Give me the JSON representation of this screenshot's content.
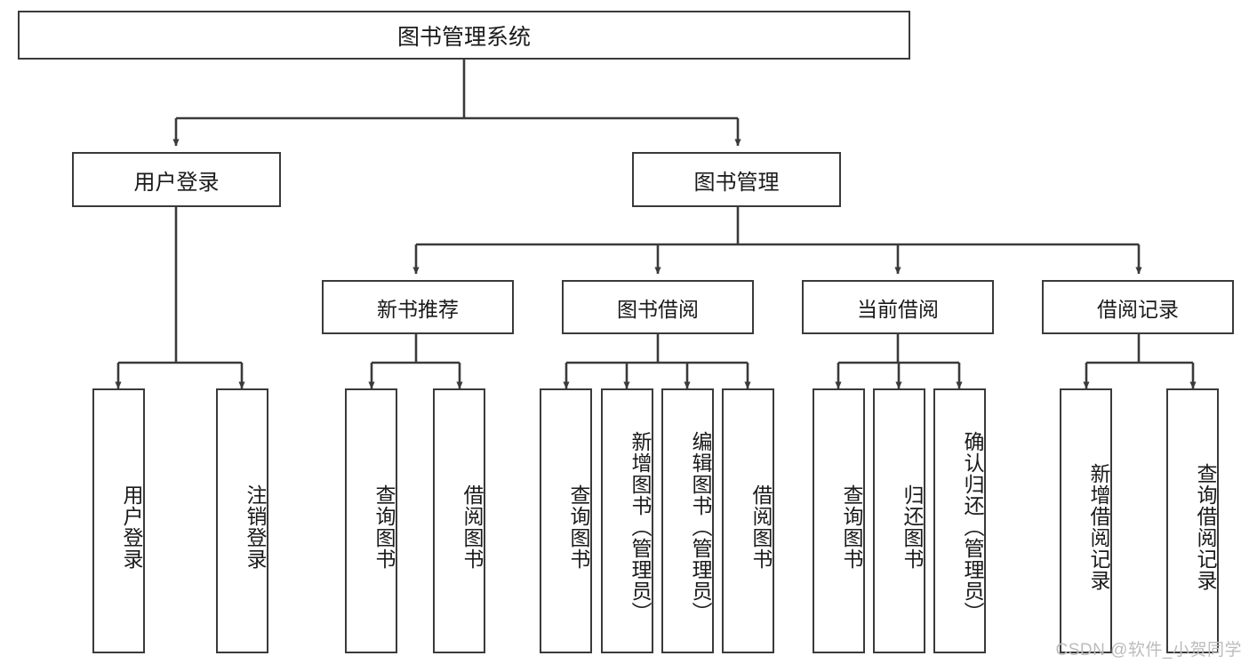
{
  "diagram": {
    "title": "图书管理系统",
    "type": "tree-hierarchy-chart",
    "colors": {
      "box_border": "#3a3a3a",
      "box_fill": "#ffffff",
      "edge": "#3a3a3a",
      "text": "#1a1a1a",
      "watermark": "#bcbcbc"
    },
    "root": {
      "label": "图书管理系统"
    },
    "level2": [
      {
        "label": "用户登录"
      },
      {
        "label": "图书管理"
      }
    ],
    "level3": [
      {
        "label": "新书推荐"
      },
      {
        "label": "图书借阅"
      },
      {
        "label": "当前借阅"
      },
      {
        "label": "借阅记录"
      }
    ],
    "leaves": {
      "user_login": [
        {
          "label": "用户登录"
        },
        {
          "label": "注销登录"
        }
      ],
      "new_book_recommend": [
        {
          "label": "查询图书"
        },
        {
          "label": "借阅图书"
        }
      ],
      "book_borrow": [
        {
          "label": "查询图书"
        },
        {
          "label": "新增图书（管理员）"
        },
        {
          "label": "编辑图书（管理员）"
        },
        {
          "label": "借阅图书"
        }
      ],
      "current_borrow": [
        {
          "label": "查询图书"
        },
        {
          "label": "归还图书"
        },
        {
          "label": "确认归还（管理员）"
        }
      ],
      "borrow_record": [
        {
          "label": "新增借阅记录"
        },
        {
          "label": "查询借阅记录"
        }
      ]
    }
  },
  "watermark": {
    "text": "CSDN @软件_小贺同学"
  }
}
